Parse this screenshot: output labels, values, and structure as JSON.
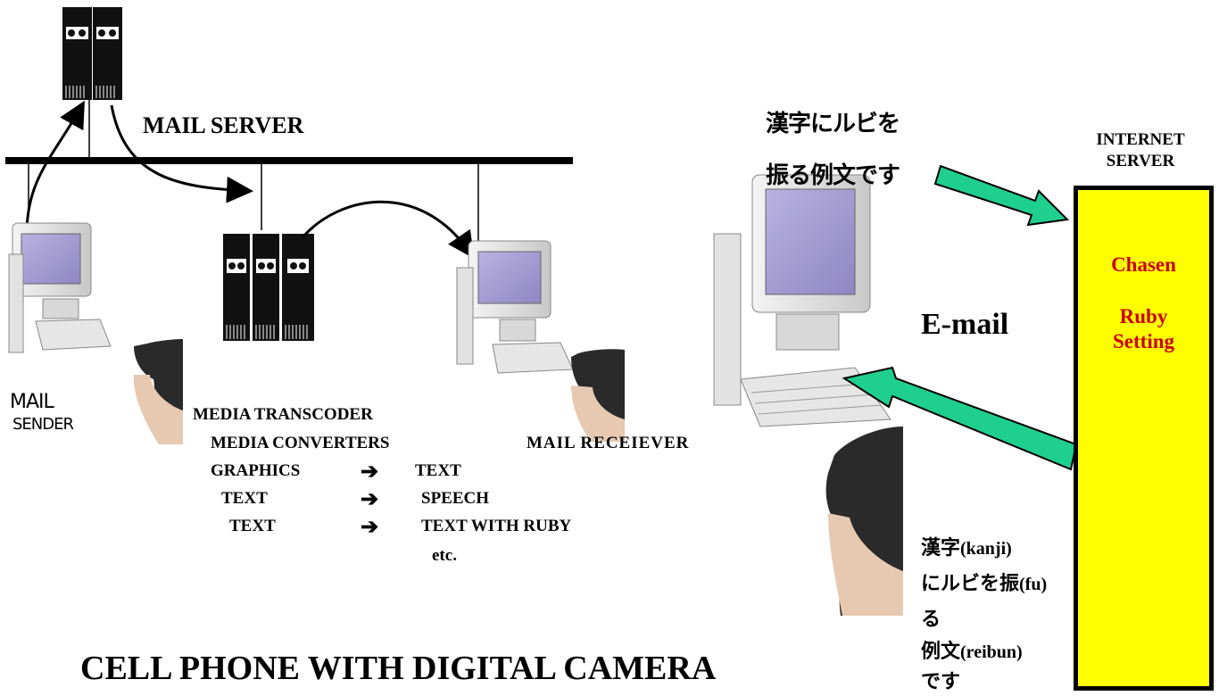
{
  "left_diagram": {
    "mail_server_label": "MAIL  SERVER",
    "mail_sender_line1": "MAIL",
    "mail_sender_line2": "SENDER",
    "mail_receiver_label": "MAIL  RECEIEVER",
    "transcoder": {
      "title": "MEDIA TRANSCODER",
      "subtitle": "MEDIA CONVERTERS",
      "conversions": [
        {
          "from": "GRAPHICS",
          "to": "TEXT"
        },
        {
          "from": "TEXT",
          "to": "SPEECH"
        },
        {
          "from": "TEXT",
          "to": "TEXT WITH RUBY"
        }
      ],
      "etc": "etc."
    },
    "footer_title": "CELL PHONE WITH DIGITAL CAMERA"
  },
  "right_diagram": {
    "input_text_line1": "漢字にルビを",
    "input_text_line2": "振る例文です",
    "internet_server_line1": "INTERNET",
    "internet_server_line2": "SERVER",
    "email_label": "E-mail",
    "server_box": {
      "line1": "Chasen",
      "line2": "Ruby",
      "line3": "Setting",
      "color": "#ffff00"
    },
    "output_text": [
      {
        "jp": "漢字",
        "ruby": "(kanji)"
      },
      {
        "jp": "にルビを振",
        "ruby": "(fu)"
      },
      {
        "jp": "る",
        "ruby": ""
      },
      {
        "jp": "例文",
        "ruby": "(reibun)"
      },
      {
        "jp": "です",
        "ruby": ""
      }
    ],
    "arrow_color": "#1fcf8f"
  }
}
